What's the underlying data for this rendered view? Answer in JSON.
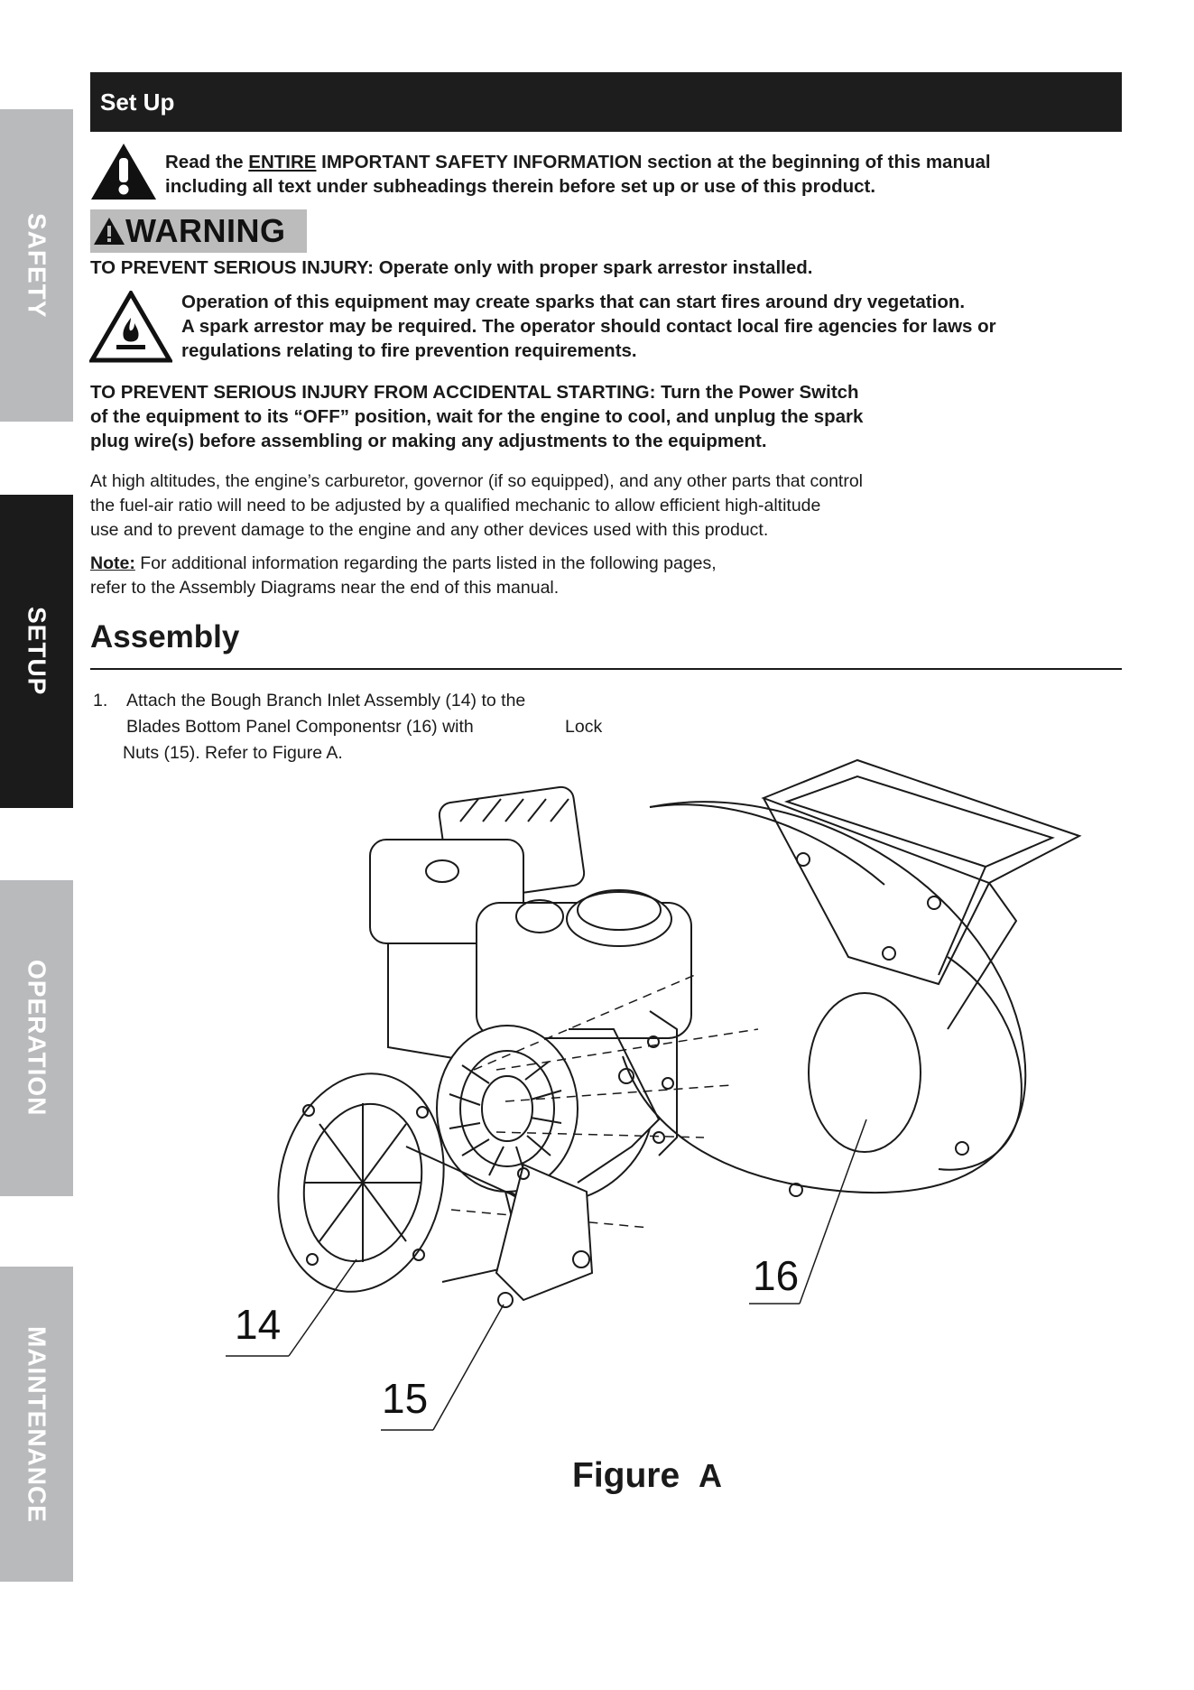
{
  "side_tabs": [
    "SAFETY",
    "SETUP",
    "OPERATION",
    "MAINTENANCE"
  ],
  "header": {
    "title": "Set Up"
  },
  "safety_notice": {
    "line1_pre": "Read the ",
    "line1_underlined": "ENTIRE",
    "line1_post": " IMPORTANT SAFETY INFORMATION section at the beginning of this manual",
    "line2": "including all text under subheadings therein before set up or use of this product."
  },
  "warning": {
    "badge": "WARNING",
    "heading": "TO PREVENT SERIOUS INJURY:  Operate only with proper spark arrestor installed.",
    "fire_lines": [
      "Operation of this equipment may create sparks that can start fires around dry vegetation.",
      "A spark arrestor may be required.  The operator should contact local fire agencies for laws or",
      "regulations relating to fire prevention requirements."
    ],
    "accidental_lines": [
      "TO PREVENT SERIOUS INJURY FROM ACCIDENTAL STARTING: Turn the Power Switch",
      "of the equipment to its “OFF” position, wait for the engine to cool, and unplug the spark",
      "plug wire(s) before assembling or making any adjustments to the equipment."
    ]
  },
  "altitude_lines": [
    "At high altitudes, the engine’s carburetor, governor (if so equipped), and any other parts that control",
    "the fuel-air ratio will need to be adjusted by a qualified mechanic to allow efficient high-altitude",
    "use and to prevent damage to the engine and any other devices used with this product."
  ],
  "note": {
    "label": "Note:",
    "line1": " For additional information regarding the parts listed in the following pages,",
    "line2": "refer to the Assembly Diagrams near the end of this manual."
  },
  "assembly": {
    "title": "Assembly",
    "step_number": "1.",
    "step_lines": [
      "Attach the Bough Branch Inlet Assembly (14) to the",
      "Blades Bottom Panel Componentsr (16) with",
      "Nuts (15). Refer to Figure A."
    ],
    "step_lock": "Lock"
  },
  "figure": {
    "callouts": [
      "14",
      "15",
      "16"
    ],
    "label": "Figure",
    "label_letter": "A"
  }
}
